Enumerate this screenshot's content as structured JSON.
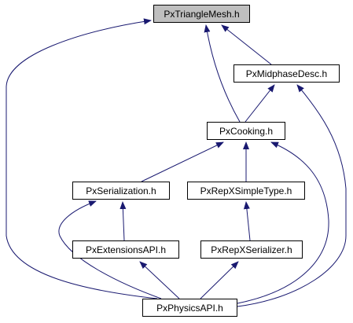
{
  "diagram": {
    "nodes": {
      "triangle_mesh": "PxTriangleMesh.h",
      "midphase_desc": "PxMidphaseDesc.h",
      "cooking": "PxCooking.h",
      "serialization": "PxSerialization.h",
      "repx_simple_type": "PxRepXSimpleType.h",
      "extensions_api": "PxExtensionsAPI.h",
      "repx_serializer": "PxRepXSerializer.h",
      "physics_api": "PxPhysicsAPI.h"
    },
    "edges": [
      [
        "midphase_desc",
        "triangle_mesh"
      ],
      [
        "cooking",
        "triangle_mesh"
      ],
      [
        "physics_api",
        "triangle_mesh"
      ],
      [
        "cooking",
        "midphase_desc"
      ],
      [
        "physics_api",
        "midphase_desc"
      ],
      [
        "serialization",
        "cooking"
      ],
      [
        "repx_simple_type",
        "cooking"
      ],
      [
        "physics_api",
        "cooking"
      ],
      [
        "extensions_api",
        "serialization"
      ],
      [
        "physics_api",
        "serialization"
      ],
      [
        "repx_serializer",
        "repx_simple_type"
      ],
      [
        "physics_api",
        "extensions_api"
      ],
      [
        "physics_api",
        "repx_serializer"
      ]
    ],
    "colors": {
      "edge": "#191970",
      "root_fill": "#bfbfbf",
      "node_fill": "#ffffff",
      "border": "#000000"
    }
  }
}
